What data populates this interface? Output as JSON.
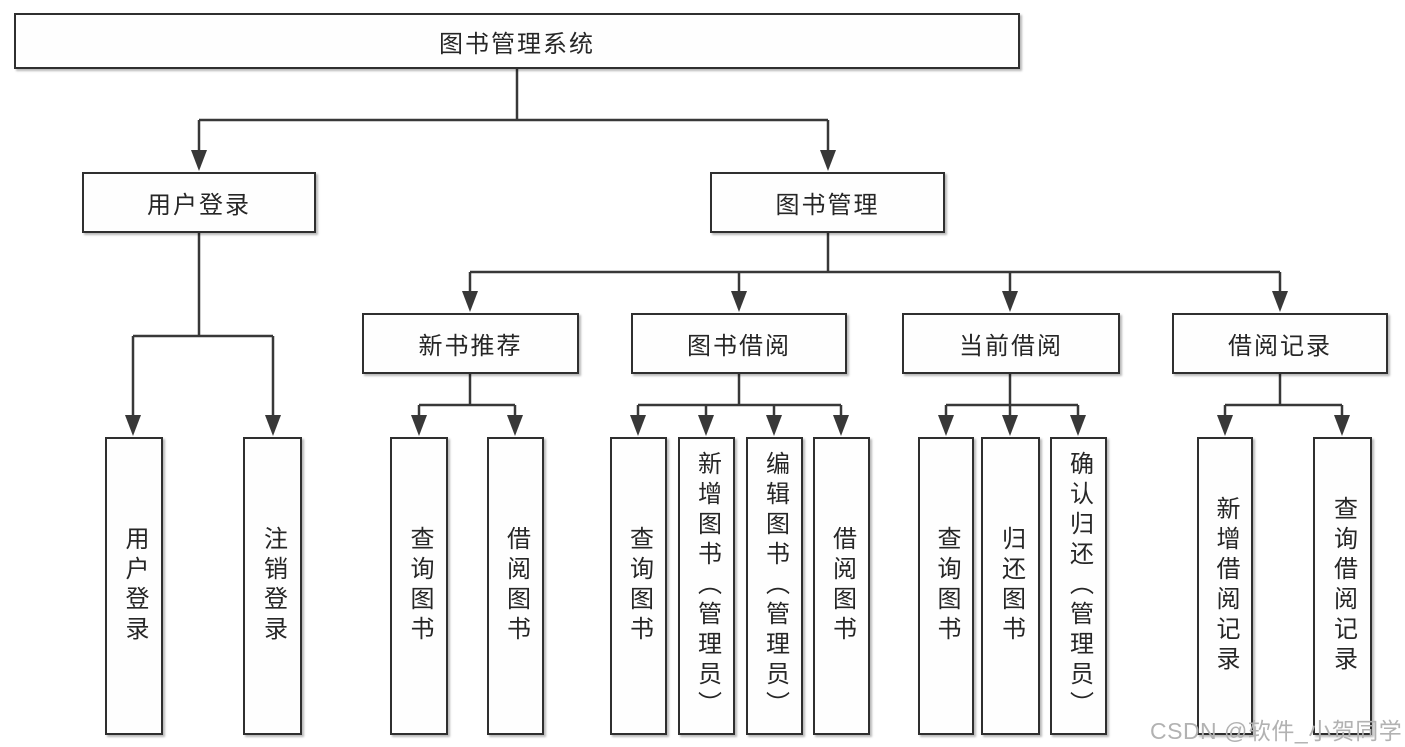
{
  "diagram": {
    "root": {
      "label": "图书管理系统"
    },
    "branches": [
      {
        "label": "用户登录",
        "children": [
          {
            "label": "用户登录"
          },
          {
            "label": "注销登录"
          }
        ]
      },
      {
        "label": "图书管理",
        "children": [
          {
            "label": "新书推荐",
            "children": [
              {
                "label": "查询图书"
              },
              {
                "label": "借阅图书"
              }
            ]
          },
          {
            "label": "图书借阅",
            "children": [
              {
                "label": "查询图书"
              },
              {
                "label": "新增图书（管理员）"
              },
              {
                "label": "编辑图书（管理员）"
              },
              {
                "label": "借阅图书"
              }
            ]
          },
          {
            "label": "当前借阅",
            "children": [
              {
                "label": "查询图书"
              },
              {
                "label": "归还图书"
              },
              {
                "label": "确认归还（管理员）"
              }
            ]
          },
          {
            "label": "借阅记录",
            "children": [
              {
                "label": "新增借阅记录"
              },
              {
                "label": "查询借阅记录"
              }
            ]
          }
        ]
      }
    ]
  },
  "watermark": {
    "text": "CSDN @软件_小贺同学"
  },
  "colors": {
    "line": "#383838",
    "box_border": "#2f2f2f",
    "text": "#262626",
    "watermark": "#b2b2b2",
    "background": "#ffffff"
  }
}
